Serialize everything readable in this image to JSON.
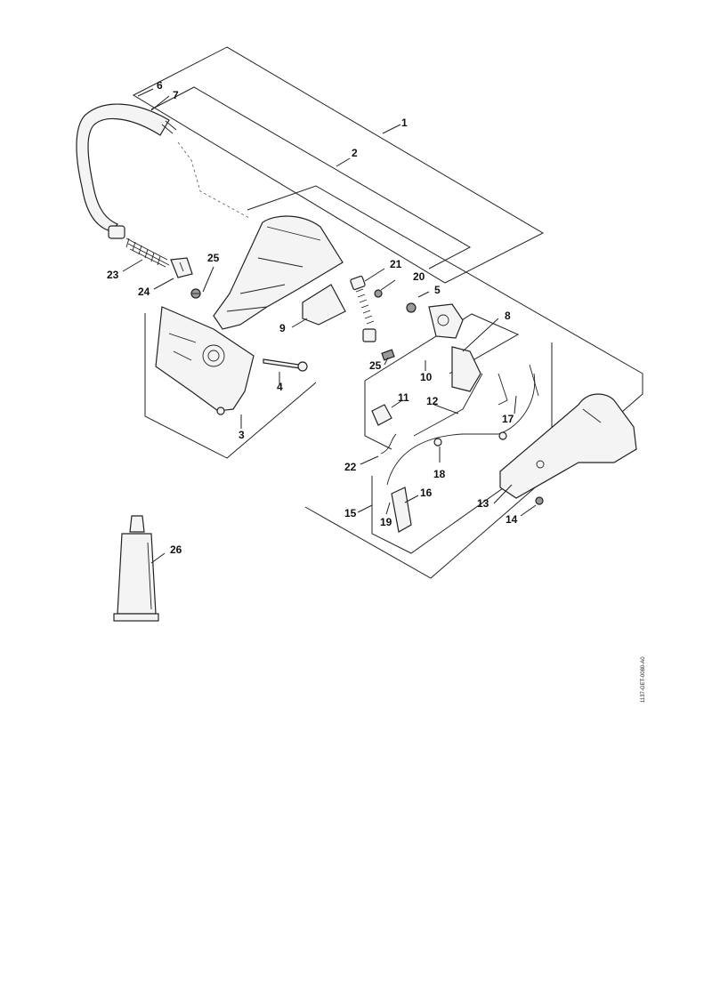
{
  "diagram": {
    "callouts": [
      {
        "id": "1",
        "label": "1"
      },
      {
        "id": "2",
        "label": "2"
      },
      {
        "id": "3",
        "label": "3"
      },
      {
        "id": "4",
        "label": "4"
      },
      {
        "id": "5",
        "label": "5"
      },
      {
        "id": "6",
        "label": "6"
      },
      {
        "id": "7",
        "label": "7"
      },
      {
        "id": "8",
        "label": "8"
      },
      {
        "id": "9",
        "label": "9"
      },
      {
        "id": "10",
        "label": "10"
      },
      {
        "id": "11",
        "label": "11"
      },
      {
        "id": "12",
        "label": "12"
      },
      {
        "id": "13",
        "label": "13"
      },
      {
        "id": "14",
        "label": "14"
      },
      {
        "id": "15",
        "label": "15"
      },
      {
        "id": "16",
        "label": "16"
      },
      {
        "id": "17",
        "label": "17"
      },
      {
        "id": "18",
        "label": "18"
      },
      {
        "id": "19",
        "label": "19"
      },
      {
        "id": "20",
        "label": "20"
      },
      {
        "id": "21",
        "label": "21"
      },
      {
        "id": "22",
        "label": "22"
      },
      {
        "id": "23",
        "label": "23"
      },
      {
        "id": "24",
        "label": "24"
      },
      {
        "id": "25a",
        "label": "25"
      },
      {
        "id": "25b",
        "label": "25"
      },
      {
        "id": "26",
        "label": "26"
      }
    ],
    "document_id": "1137-GET-0080-A0"
  }
}
